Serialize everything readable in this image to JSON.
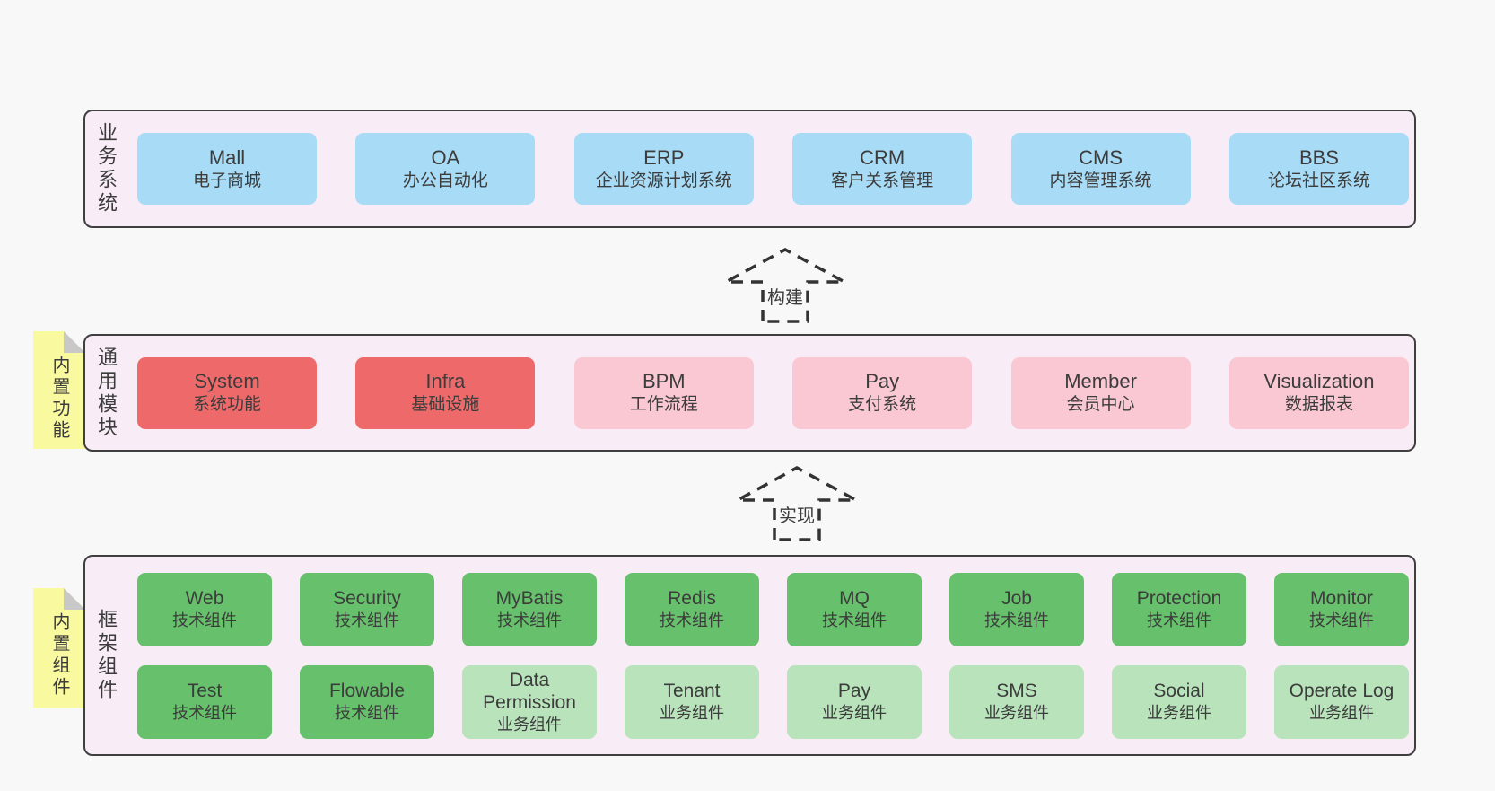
{
  "colors": {
    "page_bg": "#f8f8f8",
    "panel_bg": "#f8edf6",
    "panel_border": "#3f3f3f",
    "note_yellow": "#f9f9a0",
    "note_fold": "#c8c8c8",
    "arrow_stroke": "#333333",
    "text": "#3c3c3c",
    "box_blue": "#a8dbf5",
    "box_red": "#ee6a6a",
    "box_pink": "#fac8d2",
    "box_green": "#67c16c",
    "box_light_green": "#b8e3bb"
  },
  "panels": {
    "business": {
      "label": "业务系统",
      "boxes": [
        {
          "title": "Mall",
          "subtitle": "电子商城",
          "color": "#a8dbf5"
        },
        {
          "title": "OA",
          "subtitle": "办公自动化",
          "color": "#a8dbf5"
        },
        {
          "title": "ERP",
          "subtitle": "企业资源计划系统",
          "color": "#a8dbf5"
        },
        {
          "title": "CRM",
          "subtitle": "客户关系管理",
          "color": "#a8dbf5"
        },
        {
          "title": "CMS",
          "subtitle": "内容管理系统",
          "color": "#a8dbf5"
        },
        {
          "title": "BBS",
          "subtitle": "论坛社区系统",
          "color": "#a8dbf5"
        }
      ]
    },
    "modules": {
      "label": "通用模块",
      "note": "内置功能",
      "boxes": [
        {
          "title": "System",
          "subtitle": "系统功能",
          "color": "#ee6a6a"
        },
        {
          "title": "Infra",
          "subtitle": "基础设施",
          "color": "#ee6a6a"
        },
        {
          "title": "BPM",
          "subtitle": "工作流程",
          "color": "#fac8d2"
        },
        {
          "title": "Pay",
          "subtitle": "支付系统",
          "color": "#fac8d2"
        },
        {
          "title": "Member",
          "subtitle": "会员中心",
          "color": "#fac8d2"
        },
        {
          "title": "Visualization",
          "subtitle": "数据报表",
          "color": "#fac8d2"
        }
      ]
    },
    "components": {
      "label": "框架组件",
      "note": "内置组件",
      "rows": [
        [
          {
            "title": "Web",
            "subtitle": "技术组件",
            "color": "#67c16c"
          },
          {
            "title": "Security",
            "subtitle": "技术组件",
            "color": "#67c16c"
          },
          {
            "title": "MyBatis",
            "subtitle": "技术组件",
            "color": "#67c16c"
          },
          {
            "title": "Redis",
            "subtitle": "技术组件",
            "color": "#67c16c"
          },
          {
            "title": "MQ",
            "subtitle": "技术组件",
            "color": "#67c16c"
          },
          {
            "title": "Job",
            "subtitle": "技术组件",
            "color": "#67c16c"
          },
          {
            "title": "Protection",
            "subtitle": "技术组件",
            "color": "#67c16c"
          },
          {
            "title": "Monitor",
            "subtitle": "技术组件",
            "color": "#67c16c"
          }
        ],
        [
          {
            "title": "Test",
            "subtitle": "技术组件",
            "color": "#67c16c"
          },
          {
            "title": "Flowable",
            "subtitle": "技术组件",
            "color": "#67c16c"
          },
          {
            "title": "Data Permission",
            "subtitle": "业务组件",
            "color": "#b8e3bb"
          },
          {
            "title": "Tenant",
            "subtitle": "业务组件",
            "color": "#b8e3bb"
          },
          {
            "title": "Pay",
            "subtitle": "业务组件",
            "color": "#b8e3bb"
          },
          {
            "title": "SMS",
            "subtitle": "业务组件",
            "color": "#b8e3bb"
          },
          {
            "title": "Social",
            "subtitle": "业务组件",
            "color": "#b8e3bb"
          },
          {
            "title": "Operate Log",
            "subtitle": "业务组件",
            "color": "#b8e3bb"
          }
        ]
      ]
    }
  },
  "arrows": [
    {
      "label": "构建"
    },
    {
      "label": "实现"
    }
  ]
}
